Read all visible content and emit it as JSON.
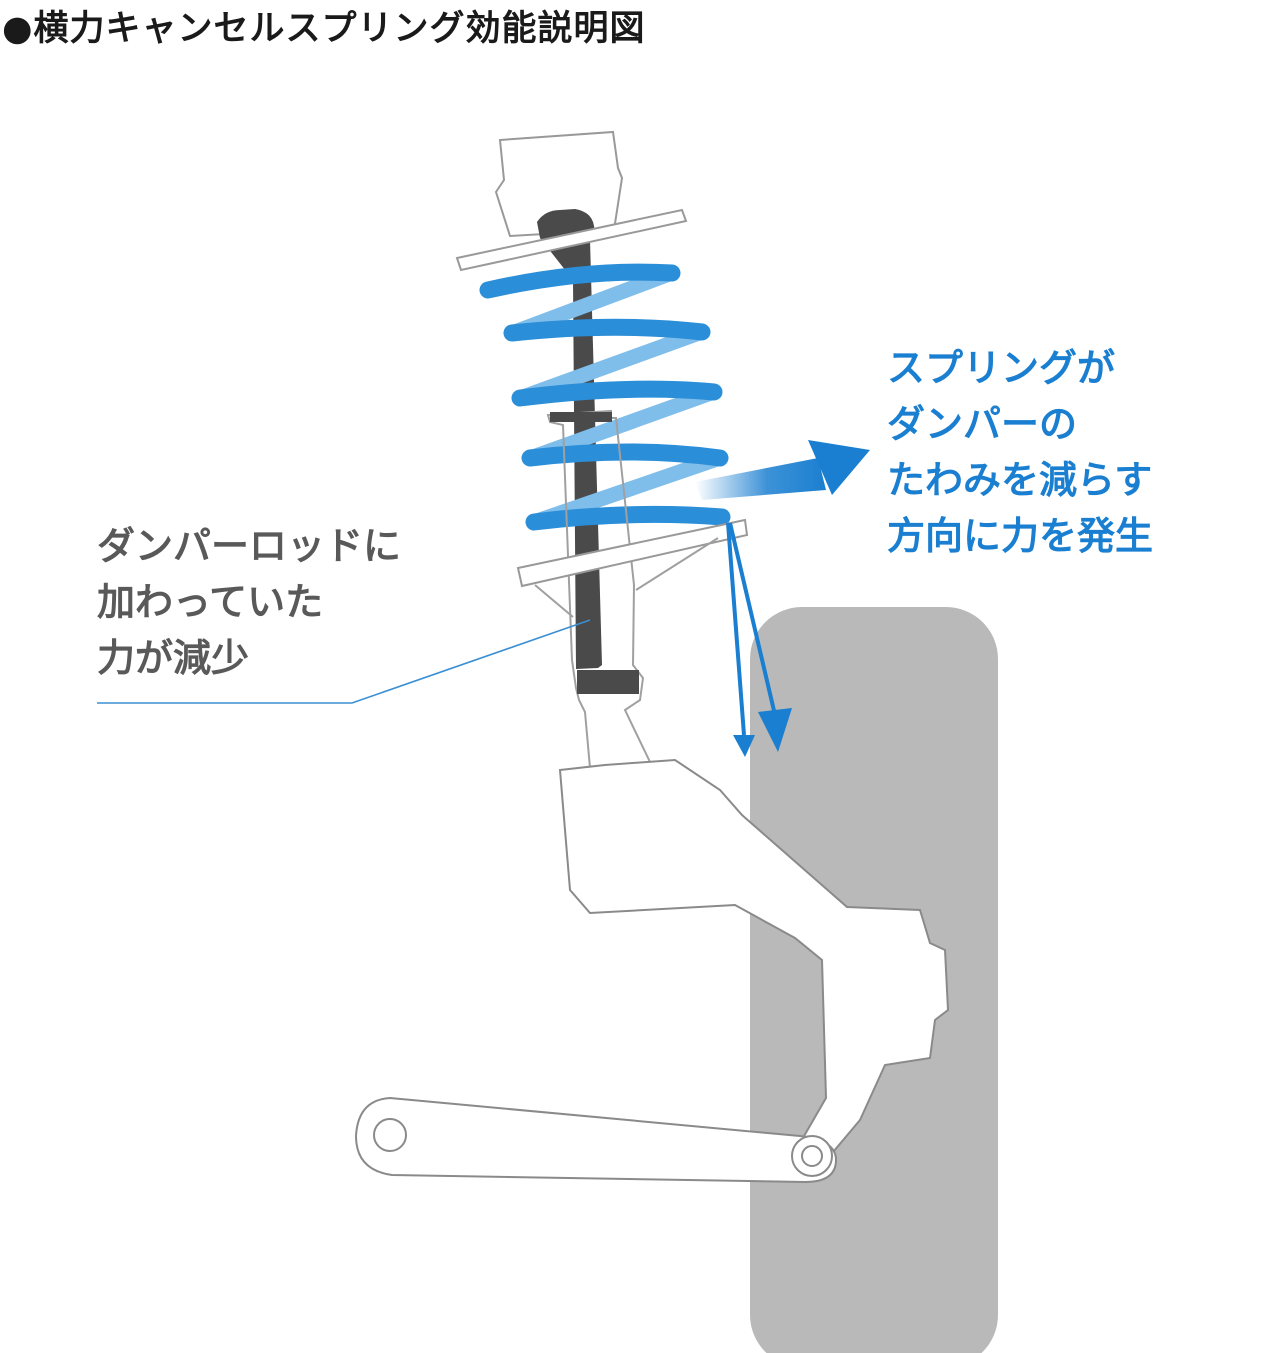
{
  "title": "●横力キャンセルスプリング効能説明図",
  "left_callout": {
    "lines": [
      "ダンパーロッドに",
      "加わっていた",
      "力が減少"
    ]
  },
  "right_callout": {
    "lines": [
      "スプリングが",
      "ダンパーの",
      "たわみを減らす",
      "方向に力を発生"
    ]
  },
  "colors": {
    "accent_blue": "#1a7fd0",
    "spring_blue": "#2a8ed8",
    "wheel_gray": "#b9b9b9",
    "rod_dark": "#4a4a4a",
    "title_text": "#1a1a1a",
    "callout_gray": "#595959"
  }
}
